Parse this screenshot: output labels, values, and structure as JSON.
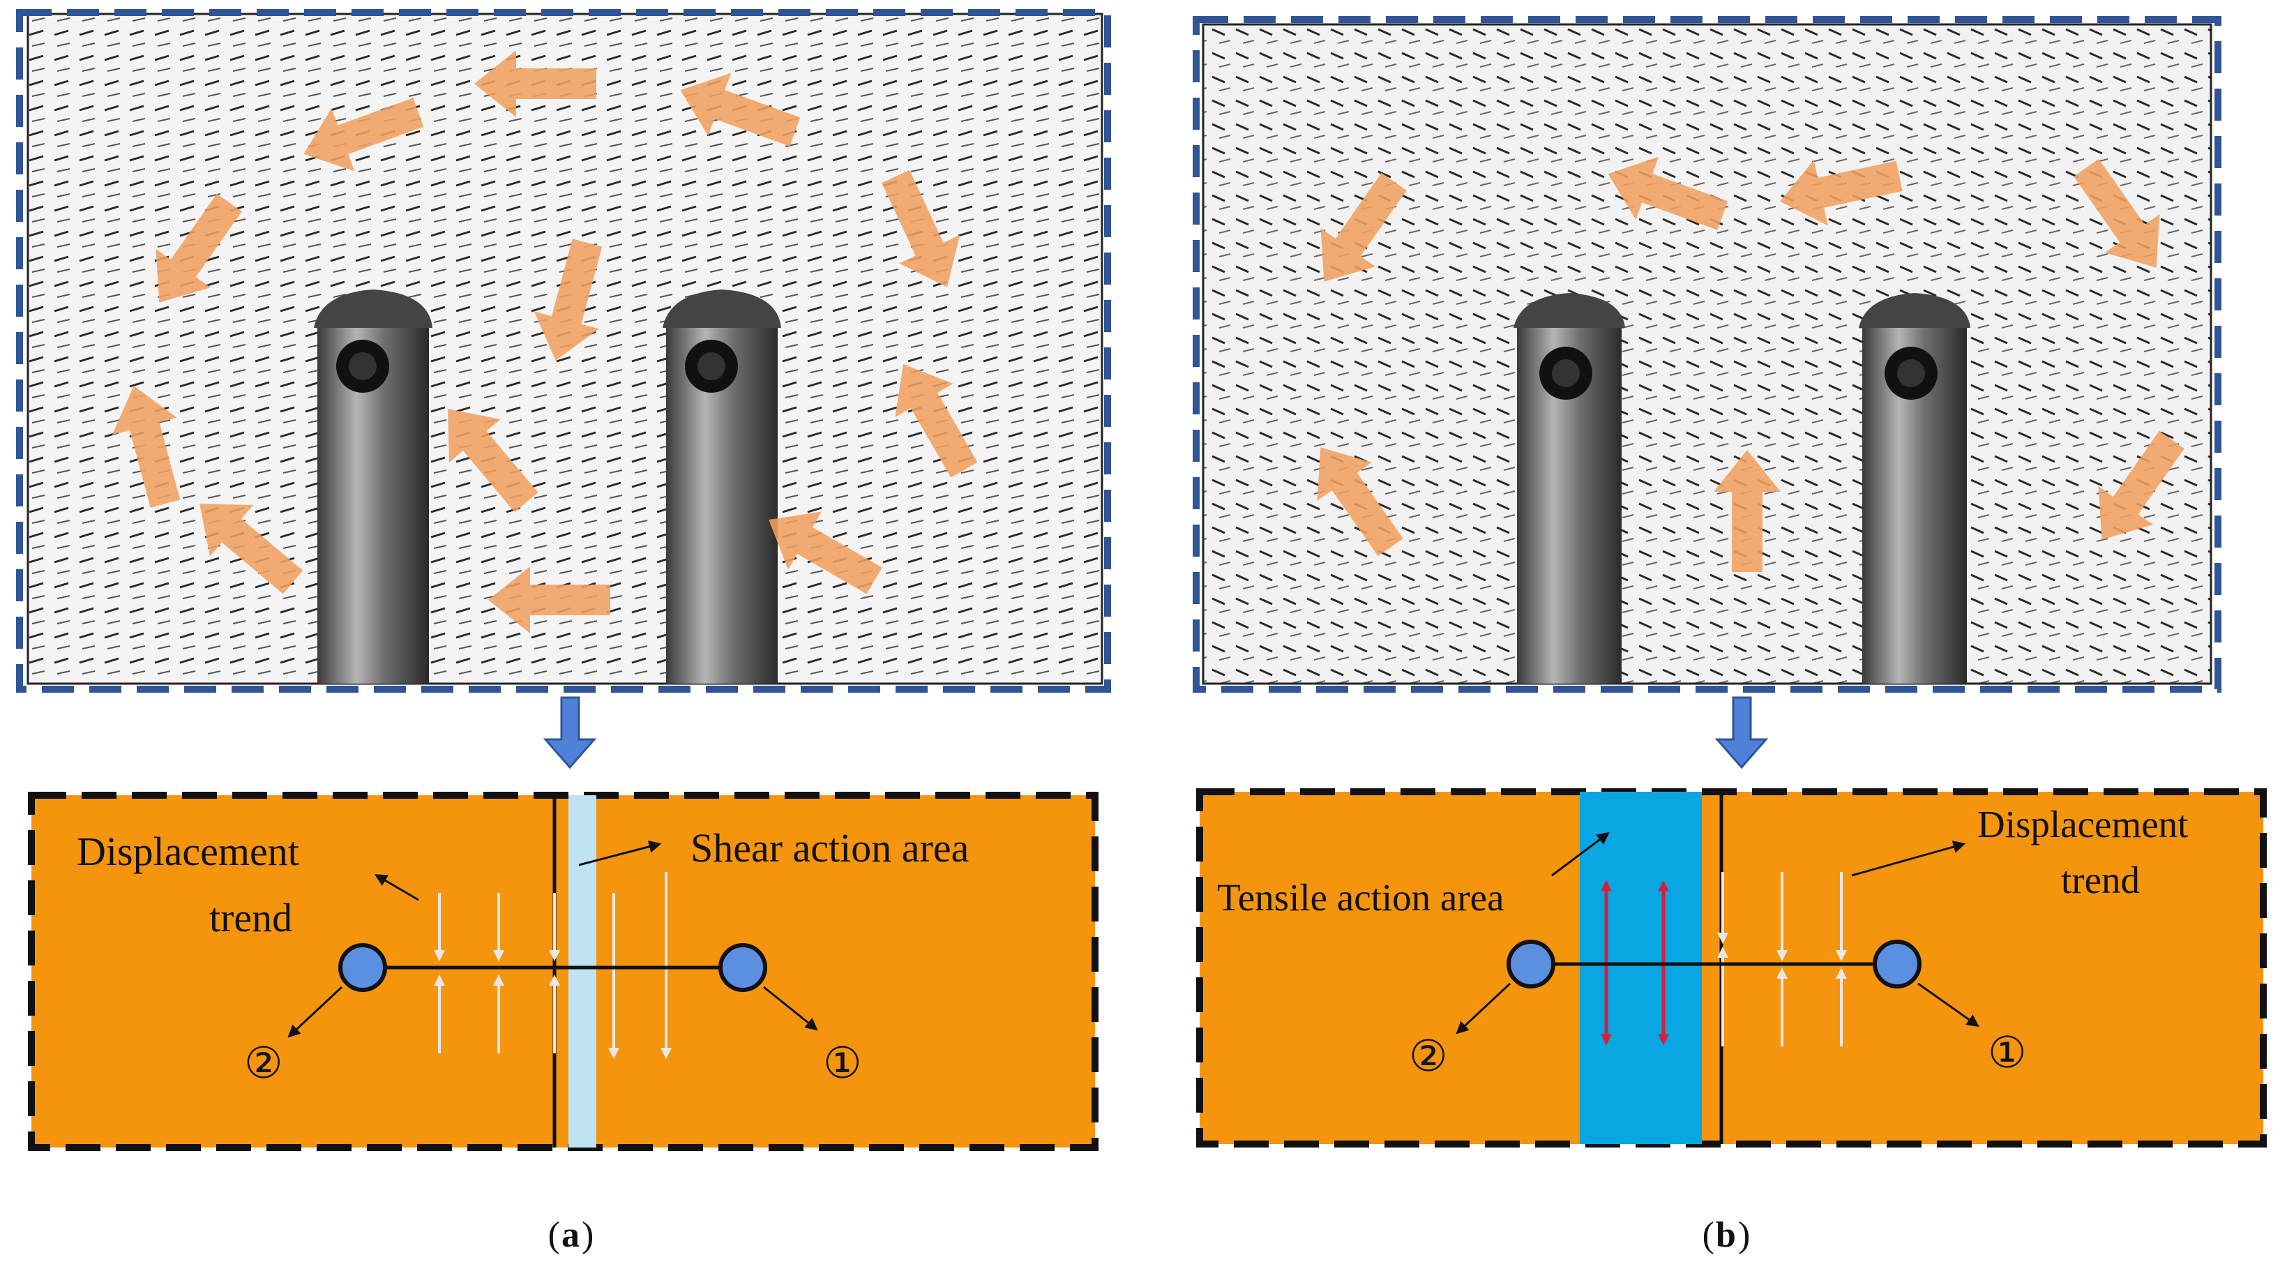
{
  "panels": {
    "a": {
      "caption_letter": "a",
      "label_displacement_line1": "Displacement",
      "label_displacement_line2": "trend",
      "label_action_area": "Shear action area",
      "marker_1": "①",
      "marker_2": "②"
    },
    "b": {
      "caption_letter": "b",
      "label_displacement_line1": "Displacement",
      "label_displacement_line2": "trend",
      "label_action_area": "Tensile action area",
      "marker_1": "①",
      "marker_2": "②"
    }
  },
  "colors": {
    "frame_blue": "#2f5597",
    "schematic_fill": "#f5950d",
    "shear_band": "#bfe3f2",
    "tensile_band": "#08a7e3",
    "flow_arrow": "#f0a060",
    "node_fill": "#5b8fe0",
    "tension_arrow": "#d2203a",
    "down_arrow": "#4f81d8"
  },
  "icons": {
    "flow_arrow": "orange-block-arrow-icon",
    "stage_arrow": "blue-down-arrow-icon",
    "node": "blue-circle-node-icon"
  }
}
